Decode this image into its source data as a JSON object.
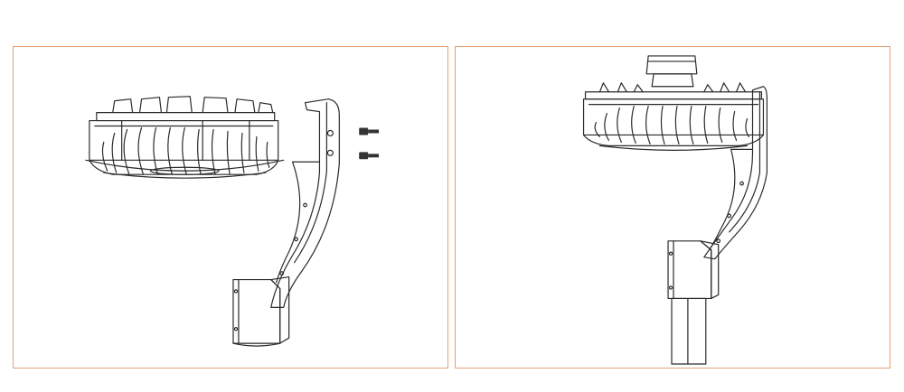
{
  "colors": {
    "frame": "#e3a073",
    "line": "#2a2a2a",
    "fill_light": "#f1f1f1",
    "fill_mid": "#c9c9c9",
    "fill_dark": "#8a8a8a",
    "screw": "#333333"
  },
  "panels": [
    {
      "id": "step-1",
      "depicts": "luminaire-separated-from-arm-with-two-screws"
    },
    {
      "id": "step-2",
      "depicts": "luminaire-mounted-on-arm-and-pole"
    }
  ],
  "icons": {
    "luminaire": "led-area-light-icon",
    "arm": "curved-mounting-arm-icon",
    "screw": "hex-screw-icon",
    "pole": "round-pole-icon",
    "sensor": "photocell-sensor-icon"
  }
}
